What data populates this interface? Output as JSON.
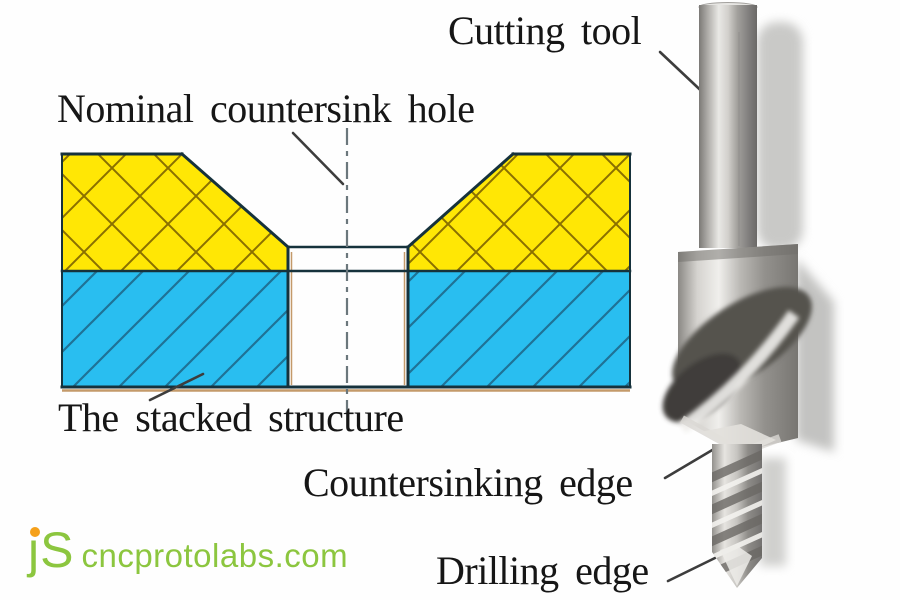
{
  "labels": {
    "cutting_tool": "Cutting tool",
    "nominal_countersink_hole": "Nominal countersink hole",
    "stacked_structure": "The stacked structure",
    "countersinking_edge": "Countersinking edge",
    "drilling_edge": "Drilling edge"
  },
  "diagram": {
    "top_layer_color": "#FFE705",
    "top_layer_hatch_color": "#8a7000",
    "bottom_layer_color": "#29BEF0",
    "bottom_layer_hatch_color": "#1f7296",
    "outline_color": "#16323c",
    "baseline_accent_color": "#c49a6a",
    "centerline_color": "#6b777c"
  },
  "logo": {
    "mark": "ȷS",
    "domain": "cncprotolabs.com",
    "green": "#8CC63F",
    "orange": "#F5A01A"
  }
}
